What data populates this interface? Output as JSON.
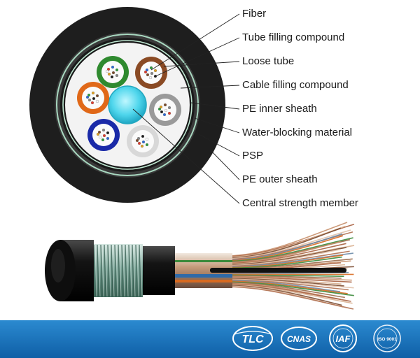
{
  "labels": [
    "Fiber",
    "Tube filling compound",
    "Loose tube",
    "Cable filling compound",
    "PE inner sheath",
    "Water-blocking material",
    "PSP",
    "PE outer sheath",
    "Central strength member"
  ],
  "logos": [
    "TLC",
    "CNAS",
    "IAF",
    "ISO 9001"
  ],
  "colors": {
    "outer_sheath": "#1e1e1e",
    "inner_fill": "#f3f3f3",
    "central_member": "#4fd6ec",
    "tube_green": "#2f8a2f",
    "tube_brown": "#8a4a24",
    "tube_orange": "#e06818",
    "tube_gray": "#9a9a9a",
    "tube_blue": "#1a2aa8",
    "tube_white": "#d8d8d8",
    "footer_band": "#1a78c2"
  },
  "icons": [
    "cable-cross-section-icon",
    "stripped-cable-icon"
  ]
}
